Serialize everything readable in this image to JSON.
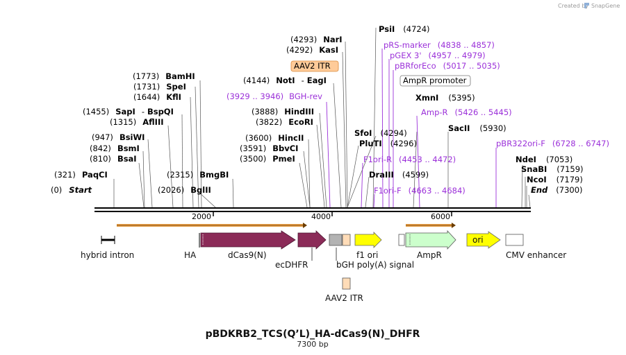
{
  "branding": {
    "created_by": "Created by",
    "app": "SnapGene"
  },
  "plasmid": {
    "name": "pBDKRB2_TCS(Q’L)_HA-dCas9(N)_DHFR",
    "size_text": "7300 bp"
  },
  "scale": {
    "ticks": [
      "2000",
      "4000",
      "6000"
    ]
  },
  "sites": {
    "start": {
      "pos": "(0)",
      "name": "Start"
    },
    "paqci": {
      "pos": "(321)",
      "name": "PaqCI"
    },
    "bsai": {
      "pos": "(810)",
      "name": "BsaI"
    },
    "bsmi": {
      "pos": "(842)",
      "name": "BsmI"
    },
    "bsiwi": {
      "pos": "(947)",
      "name": "BsiWI"
    },
    "afliii": {
      "pos": "(1315)",
      "name": "AflIII"
    },
    "sapi": {
      "pos": "(1455)",
      "name": "SapI",
      "sep": "-",
      "name2": "BspQI"
    },
    "kfli": {
      "pos": "(1644)",
      "name": "KflI"
    },
    "spei": {
      "pos": "(1731)",
      "name": "SpeI"
    },
    "bamhi": {
      "pos": "(1773)",
      "name": "BamHI"
    },
    "bglii": {
      "pos": "(2026)",
      "name": "BglII"
    },
    "bmgbi": {
      "pos": "(2315)",
      "name": "BmgBI"
    },
    "pmei": {
      "pos": "(3500)",
      "name": "PmeI"
    },
    "bbvci": {
      "pos": "(3591)",
      "name": "BbvCI"
    },
    "hincii": {
      "pos": "(3600)",
      "name": "HincII"
    },
    "ecori": {
      "pos": "(3822)",
      "name": "EcoRI"
    },
    "hindiii": {
      "pos": "(3888)",
      "name": "HindIII"
    },
    "noti": {
      "pos": "(4144)",
      "name": "NotI",
      "sep": "-",
      "name2": "EagI"
    },
    "kasi": {
      "pos": "(4292)",
      "name": "KasI"
    },
    "nari": {
      "pos": "(4293)",
      "name": "NarI"
    },
    "psii": {
      "name": "PsiI",
      "pos": "(4724)"
    },
    "sfoi": {
      "name": "SfoI",
      "pos": "(4294)"
    },
    "pluti": {
      "name": "PluTI",
      "pos": "(4296)"
    },
    "draiii": {
      "name": "DraIII",
      "pos": "(4599)"
    },
    "xmni": {
      "name": "XmnI",
      "pos": "(5395)"
    },
    "sacii": {
      "name": "SacII",
      "pos": "(5930)"
    },
    "ndei": {
      "name": "NdeI",
      "pos": "(7053)"
    },
    "snabi": {
      "name": "SnaBI",
      "pos": "(7159)"
    },
    "ncoi": {
      "name": "NcoI",
      "pos": "(7179)"
    },
    "end": {
      "name": "End",
      "pos": "(7300)"
    }
  },
  "primers": {
    "bgh_rev": {
      "range": "(3929 .. 3946)",
      "name": "BGH-rev"
    },
    "prs_marker": {
      "name": "pRS-marker",
      "range": "(4838 .. 4857)"
    },
    "pgex3": {
      "name": "pGEX 3'",
      "range": "(4957 .. 4979)"
    },
    "pbrforeco": {
      "name": "pBRforEco",
      "range": "(5017 .. 5035)"
    },
    "amp_r": {
      "name": "Amp-R",
      "range": "(5426 .. 5445)"
    },
    "f1ori_r": {
      "name": "F1ori-R",
      "range": "(4453 .. 4472)"
    },
    "f1ori_f": {
      "name": "F1ori-F",
      "range": "(4663 .. 4684)"
    },
    "pbr322ori_f": {
      "name": "pBR322ori-F",
      "range": "(6728 .. 6747)"
    }
  },
  "boxed": {
    "aav2_itr": "AAV2 ITR",
    "ampr_promoter": "AmpR promoter"
  },
  "features": {
    "hybrid_intron": "hybrid intron",
    "ha": "HA",
    "dcas9n": "dCas9(N)",
    "ecdhfr": "ecDHFR",
    "bgh": "bGH poly(A) signal",
    "f1ori": "f1 ori",
    "ampr": "AmpR",
    "ori": "ori",
    "cmv": "CMV enhancer",
    "aav2_itr": "AAV2 ITR"
  },
  "colors": {
    "dcas9": "#8b2b58",
    "ecdhfr": "#8b2b58",
    "yellow": "#ffff00",
    "ampr": "#ccffcc",
    "itr": "#ffdcb8",
    "gray": "#b3b3b3",
    "orange_bar": "#e8a04a",
    "primer": "#9b30d9"
  }
}
